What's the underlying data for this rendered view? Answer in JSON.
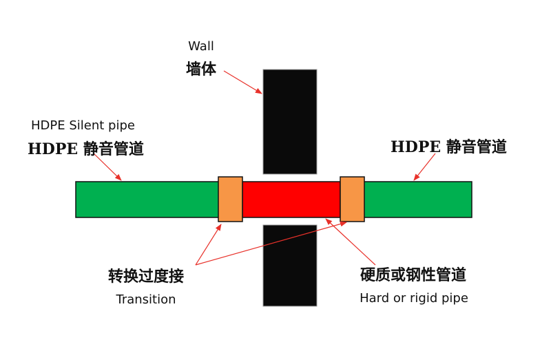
{
  "labels": {
    "wall_en": "Wall",
    "wall_zh": "墙体",
    "hdpe_left_en": "HDPE Silent pipe",
    "hdpe_left_zh": "HDPE 静音管道",
    "hdpe_right_zh": "HDPE 静音管道",
    "transition_zh": "转换过度接",
    "transition_en": "Transition",
    "rigid_zh": "硬质或钢性管道",
    "rigid_en": "Hard or rigid pipe"
  },
  "colors": {
    "wall": "#0a0a0a",
    "hdpe_pipe": "#00b050",
    "rigid_pipe": "#ff0000",
    "transition": "#f79646",
    "leader_arrow": "#e8312a",
    "outline": "#111111"
  }
}
